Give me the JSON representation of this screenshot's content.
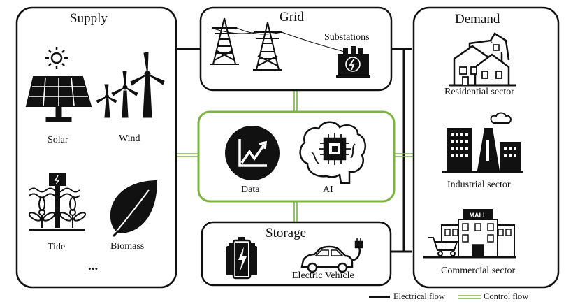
{
  "supply": {
    "title": "Supply",
    "items": [
      {
        "label": "Solar"
      },
      {
        "label": "Wind"
      },
      {
        "label": "Tide"
      },
      {
        "label": "Biomass"
      }
    ],
    "more": "..."
  },
  "grid": {
    "title": "Grid",
    "substation_label": "Substations"
  },
  "center": {
    "data_label": "Data",
    "ai_label": "AI"
  },
  "storage": {
    "title": "Storage",
    "ev_label": "Electric Vehicle"
  },
  "demand": {
    "title": "Demand",
    "items": [
      {
        "label": "Residential sector"
      },
      {
        "label": "Industrial sector"
      },
      {
        "label": "Commercial sector"
      }
    ]
  },
  "legend": {
    "electrical": "Electrical flow",
    "control": "Control flow"
  },
  "colors": {
    "electrical": "#111111",
    "control": "#7cb342"
  }
}
